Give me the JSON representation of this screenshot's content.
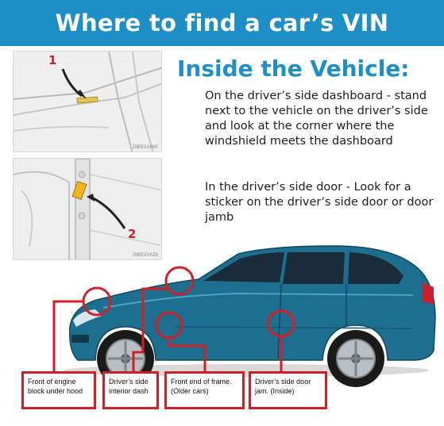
{
  "header": {
    "title": "Where to find a car’s VIN"
  },
  "photos": [
    {
      "callout": "1",
      "code": "INRE5S0HE"
    },
    {
      "callout": "2",
      "code": "INRE5S0ZD"
    }
  ],
  "section": {
    "title": "Inside the Vehicle:",
    "paragraphs": [
      "On the driver’s side dashboard - stand next to the vehicle on the driver’s side and look at the corner where the windshield meets the dashboard",
      "In the driver’s side door - Look for a sticker on the driver’s side door or door jamb"
    ]
  },
  "locations": [
    {
      "label": "Front of engine block under hood"
    },
    {
      "label": "Driver’s side interior dash"
    },
    {
      "label": "Front end of frame. (Older cars)"
    },
    {
      "label": "Driver’s side door jam. (Inside)"
    }
  ],
  "colors": {
    "accent": "#1b8fc6",
    "callout": "#d21f26",
    "car": "#1e6f8f"
  }
}
